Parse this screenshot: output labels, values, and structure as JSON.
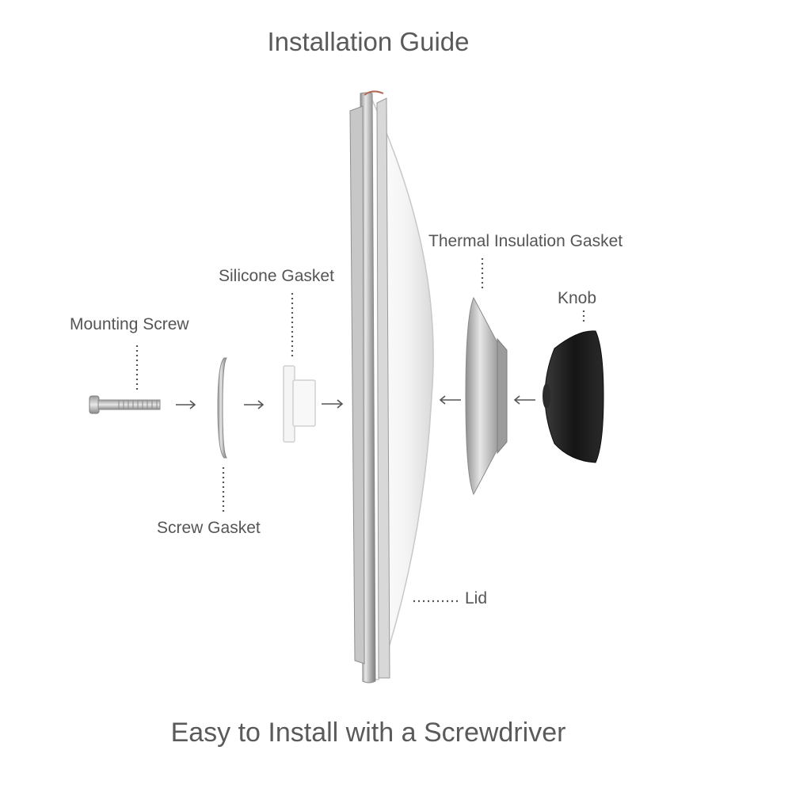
{
  "title": "Installation Guide",
  "footer": "Easy to Install with a Screwdriver",
  "labels": {
    "mounting_screw": "Mounting Screw",
    "screw_gasket": "Screw Gasket",
    "silicone_gasket": "Silicone Gasket",
    "thermal_gasket": "Thermal Insulation Gasket",
    "knob": "Knob",
    "lid": "Lid"
  },
  "colors": {
    "text": "#555555",
    "leader": "#555555",
    "arrow": "#555555",
    "metal": "#b9b9b9",
    "knob": "#1a1a1a",
    "glass": "#f2f2f2",
    "rim": "#a0a0a0",
    "silicone": "#f4f4f4"
  }
}
